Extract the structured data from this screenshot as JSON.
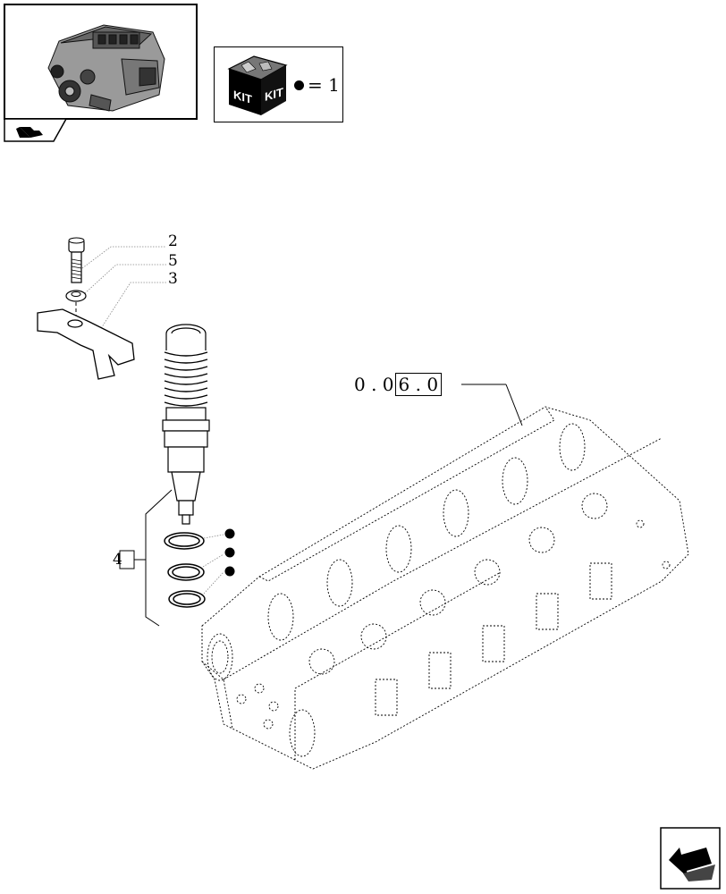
{
  "kit_legend": {
    "equals_text": "= 1"
  },
  "kit_box": {
    "label_left": "KIT",
    "label_right": "KIT"
  },
  "callouts": [
    {
      "id": "c2",
      "number": "2"
    },
    {
      "id": "c5",
      "number": "5"
    },
    {
      "id": "c3",
      "number": "3"
    },
    {
      "id": "c4",
      "number": "4"
    }
  ],
  "reference": {
    "prefix": "0 . 0",
    "boxed": "6 . 0"
  },
  "kit_marker_count": 3
}
